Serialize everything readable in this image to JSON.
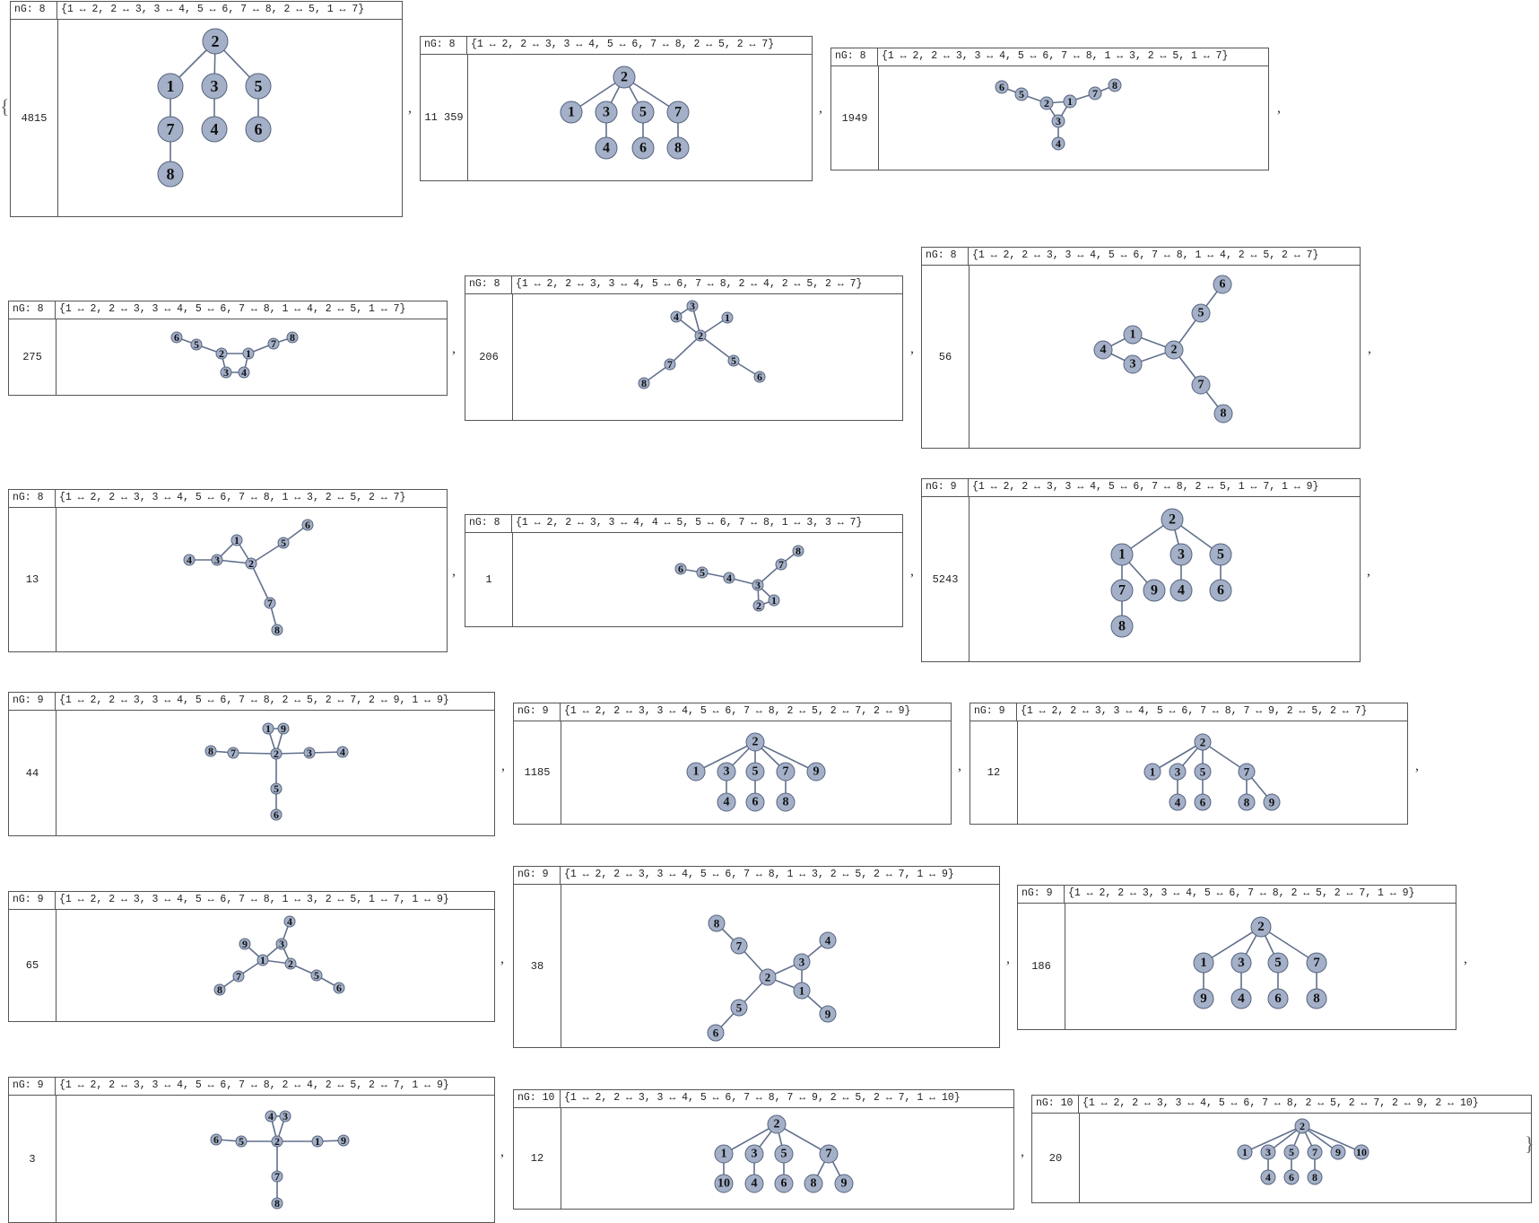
{
  "list_open_brace": "{",
  "list_close_brace": "}",
  "separator": ",",
  "colors": {
    "node_fill": "#a4b0c8",
    "node_stroke": "#56647e",
    "edge": "#62708c",
    "border": "#555555"
  },
  "graphs": [
    {
      "ng_label": "nG: 8",
      "edges_text": "{1 ↔ 2, 2 ↔ 3, 3 ↔ 4, 5 ↔ 6, 7 ↔ 8, 2 ↔ 5, 1 ↔ 7}",
      "count": "4815",
      "edges": [
        [
          1,
          2
        ],
        [
          2,
          3
        ],
        [
          3,
          4
        ],
        [
          5,
          6
        ],
        [
          7,
          8
        ],
        [
          2,
          5
        ],
        [
          1,
          7
        ]
      ]
    },
    {
      "ng_label": "nG: 8",
      "edges_text": "{1 ↔ 2, 2 ↔ 3, 3 ↔ 4, 5 ↔ 6, 7 ↔ 8, 2 ↔ 5, 2 ↔ 7}",
      "count": "11 359",
      "edges": [
        [
          1,
          2
        ],
        [
          2,
          3
        ],
        [
          3,
          4
        ],
        [
          5,
          6
        ],
        [
          7,
          8
        ],
        [
          2,
          5
        ],
        [
          2,
          7
        ]
      ]
    },
    {
      "ng_label": "nG: 8",
      "edges_text": "{1 ↔ 2, 2 ↔ 3, 3 ↔ 4, 5 ↔ 6, 7 ↔ 8, 1 ↔ 3, 2 ↔ 5, 1 ↔ 7}",
      "count": "1949",
      "edges": [
        [
          1,
          2
        ],
        [
          2,
          3
        ],
        [
          3,
          4
        ],
        [
          5,
          6
        ],
        [
          7,
          8
        ],
        [
          1,
          3
        ],
        [
          2,
          5
        ],
        [
          1,
          7
        ]
      ]
    },
    {
      "ng_label": "nG: 8",
      "edges_text": "{1 ↔ 2, 2 ↔ 3, 3 ↔ 4, 5 ↔ 6, 7 ↔ 8, 1 ↔ 4, 2 ↔ 5, 1 ↔ 7}",
      "count": "275",
      "edges": [
        [
          1,
          2
        ],
        [
          2,
          3
        ],
        [
          3,
          4
        ],
        [
          5,
          6
        ],
        [
          7,
          8
        ],
        [
          1,
          4
        ],
        [
          2,
          5
        ],
        [
          1,
          7
        ]
      ]
    },
    {
      "ng_label": "nG: 8",
      "edges_text": "{1 ↔ 2, 2 ↔ 3, 3 ↔ 4, 5 ↔ 6, 7 ↔ 8, 2 ↔ 4, 2 ↔ 5, 2 ↔ 7}",
      "count": "206",
      "edges": [
        [
          1,
          2
        ],
        [
          2,
          3
        ],
        [
          3,
          4
        ],
        [
          5,
          6
        ],
        [
          7,
          8
        ],
        [
          2,
          4
        ],
        [
          2,
          5
        ],
        [
          2,
          7
        ]
      ]
    },
    {
      "ng_label": "nG: 8",
      "edges_text": "{1 ↔ 2, 2 ↔ 3, 3 ↔ 4, 5 ↔ 6, 7 ↔ 8, 1 ↔ 4, 2 ↔ 5, 2 ↔ 7}",
      "count": "56",
      "edges": [
        [
          1,
          2
        ],
        [
          2,
          3
        ],
        [
          3,
          4
        ],
        [
          5,
          6
        ],
        [
          7,
          8
        ],
        [
          1,
          4
        ],
        [
          2,
          5
        ],
        [
          2,
          7
        ]
      ]
    },
    {
      "ng_label": "nG: 8",
      "edges_text": "{1 ↔ 2, 2 ↔ 3, 3 ↔ 4, 5 ↔ 6, 7 ↔ 8, 1 ↔ 3, 2 ↔ 5, 2 ↔ 7}",
      "count": "13",
      "edges": [
        [
          1,
          2
        ],
        [
          2,
          3
        ],
        [
          3,
          4
        ],
        [
          5,
          6
        ],
        [
          7,
          8
        ],
        [
          1,
          3
        ],
        [
          2,
          5
        ],
        [
          2,
          7
        ]
      ]
    },
    {
      "ng_label": "nG: 8",
      "edges_text": "{1 ↔ 2, 2 ↔ 3, 3 ↔ 4, 4 ↔ 5, 5 ↔ 6, 7 ↔ 8, 1 ↔ 3, 3 ↔ 7}",
      "count": "1",
      "edges": [
        [
          1,
          2
        ],
        [
          2,
          3
        ],
        [
          3,
          4
        ],
        [
          4,
          5
        ],
        [
          5,
          6
        ],
        [
          7,
          8
        ],
        [
          1,
          3
        ],
        [
          3,
          7
        ]
      ]
    },
    {
      "ng_label": "nG: 9",
      "edges_text": "{1 ↔ 2, 2 ↔ 3, 3 ↔ 4, 5 ↔ 6, 7 ↔ 8, 2 ↔ 5, 1 ↔ 7, 1 ↔ 9}",
      "count": "5243",
      "edges": [
        [
          1,
          2
        ],
        [
          2,
          3
        ],
        [
          3,
          4
        ],
        [
          5,
          6
        ],
        [
          7,
          8
        ],
        [
          2,
          5
        ],
        [
          1,
          7
        ],
        [
          1,
          9
        ]
      ]
    },
    {
      "ng_label": "nG: 9",
      "edges_text": "{1 ↔ 2, 2 ↔ 3, 3 ↔ 4, 5 ↔ 6, 7 ↔ 8, 2 ↔ 5, 2 ↔ 7, 2 ↔ 9, 1 ↔ 9}",
      "count": "44",
      "edges": [
        [
          1,
          2
        ],
        [
          2,
          3
        ],
        [
          3,
          4
        ],
        [
          5,
          6
        ],
        [
          7,
          8
        ],
        [
          2,
          5
        ],
        [
          2,
          7
        ],
        [
          2,
          9
        ],
        [
          1,
          9
        ]
      ]
    },
    {
      "ng_label": "nG: 9",
      "edges_text": "{1 ↔ 2, 2 ↔ 3, 3 ↔ 4, 5 ↔ 6, 7 ↔ 8, 2 ↔ 5, 2 ↔ 7, 2 ↔ 9}",
      "count": "1185",
      "edges": [
        [
          1,
          2
        ],
        [
          2,
          3
        ],
        [
          3,
          4
        ],
        [
          5,
          6
        ],
        [
          7,
          8
        ],
        [
          2,
          5
        ],
        [
          2,
          7
        ],
        [
          2,
          9
        ]
      ]
    },
    {
      "ng_label": "nG: 9",
      "edges_text": "{1 ↔ 2, 2 ↔ 3, 3 ↔ 4, 5 ↔ 6, 7 ↔ 8, 7 ↔ 9, 2 ↔ 5, 2 ↔ 7}",
      "count": "12",
      "edges": [
        [
          1,
          2
        ],
        [
          2,
          3
        ],
        [
          3,
          4
        ],
        [
          5,
          6
        ],
        [
          7,
          8
        ],
        [
          7,
          9
        ],
        [
          2,
          5
        ],
        [
          2,
          7
        ]
      ]
    },
    {
      "ng_label": "nG: 9",
      "edges_text": "{1 ↔ 2, 2 ↔ 3, 3 ↔ 4, 5 ↔ 6, 7 ↔ 8, 1 ↔ 3, 2 ↔ 5, 1 ↔ 7, 1 ↔ 9}",
      "count": "65",
      "edges": [
        [
          1,
          2
        ],
        [
          2,
          3
        ],
        [
          3,
          4
        ],
        [
          5,
          6
        ],
        [
          7,
          8
        ],
        [
          1,
          3
        ],
        [
          2,
          5
        ],
        [
          1,
          7
        ],
        [
          1,
          9
        ]
      ]
    },
    {
      "ng_label": "nG: 9",
      "edges_text": "{1 ↔ 2, 2 ↔ 3, 3 ↔ 4, 5 ↔ 6, 7 ↔ 8, 1 ↔ 3, 2 ↔ 5, 2 ↔ 7, 1 ↔ 9}",
      "count": "38",
      "edges": [
        [
          1,
          2
        ],
        [
          2,
          3
        ],
        [
          3,
          4
        ],
        [
          5,
          6
        ],
        [
          7,
          8
        ],
        [
          1,
          3
        ],
        [
          2,
          5
        ],
        [
          2,
          7
        ],
        [
          1,
          9
        ]
      ]
    },
    {
      "ng_label": "nG: 9",
      "edges_text": "{1 ↔ 2, 2 ↔ 3, 3 ↔ 4, 5 ↔ 6, 7 ↔ 8, 2 ↔ 5, 2 ↔ 7, 1 ↔ 9}",
      "count": "186",
      "edges": [
        [
          1,
          2
        ],
        [
          2,
          3
        ],
        [
          3,
          4
        ],
        [
          5,
          6
        ],
        [
          7,
          8
        ],
        [
          2,
          5
        ],
        [
          2,
          7
        ],
        [
          1,
          9
        ]
      ]
    },
    {
      "ng_label": "nG: 9",
      "edges_text": "{1 ↔ 2, 2 ↔ 3, 3 ↔ 4, 5 ↔ 6, 7 ↔ 8, 2 ↔ 4, 2 ↔ 5, 2 ↔ 7, 1 ↔ 9}",
      "count": "3",
      "edges": [
        [
          1,
          2
        ],
        [
          2,
          3
        ],
        [
          3,
          4
        ],
        [
          5,
          6
        ],
        [
          7,
          8
        ],
        [
          2,
          4
        ],
        [
          2,
          5
        ],
        [
          2,
          7
        ],
        [
          1,
          9
        ]
      ]
    },
    {
      "ng_label": "nG: 10",
      "edges_text": "{1 ↔ 2, 2 ↔ 3, 3 ↔ 4, 5 ↔ 6, 7 ↔ 8, 7 ↔ 9, 2 ↔ 5, 2 ↔ 7, 1 ↔ 10}",
      "count": "12",
      "edges": [
        [
          1,
          2
        ],
        [
          2,
          3
        ],
        [
          3,
          4
        ],
        [
          5,
          6
        ],
        [
          7,
          8
        ],
        [
          7,
          9
        ],
        [
          2,
          5
        ],
        [
          2,
          7
        ],
        [
          1,
          10
        ]
      ]
    },
    {
      "ng_label": "nG: 10",
      "edges_text": "{1 ↔ 2, 2 ↔ 3, 3 ↔ 4, 5 ↔ 6, 7 ↔ 8, 2 ↔ 5, 2 ↔ 7, 2 ↔ 9, 2 ↔ 10}",
      "count": "20",
      "edges": [
        [
          1,
          2
        ],
        [
          2,
          3
        ],
        [
          3,
          4
        ],
        [
          5,
          6
        ],
        [
          7,
          8
        ],
        [
          2,
          5
        ],
        [
          2,
          7
        ],
        [
          2,
          9
        ],
        [
          2,
          10
        ]
      ]
    }
  ]
}
